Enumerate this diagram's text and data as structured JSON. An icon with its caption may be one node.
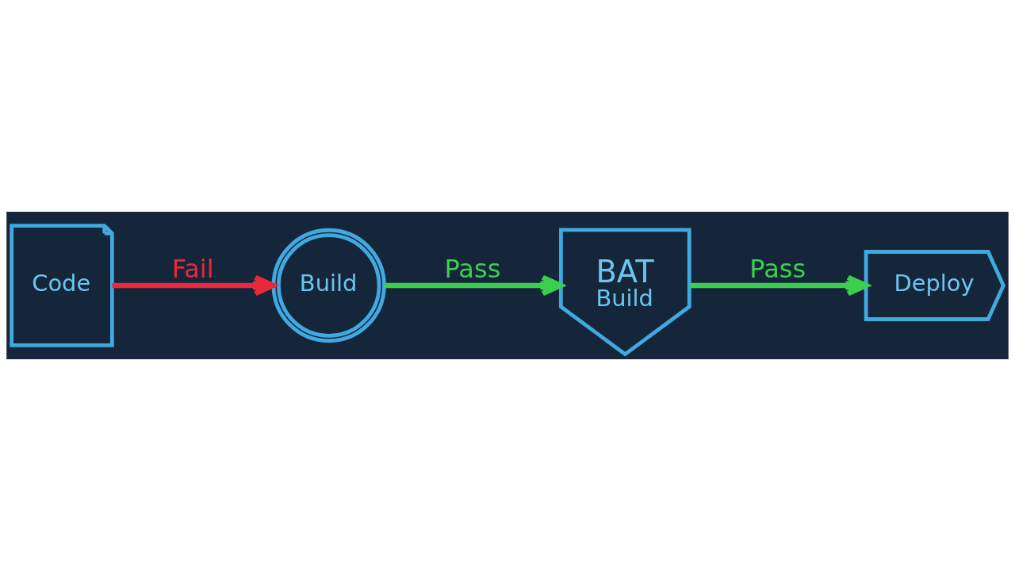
{
  "diagram": {
    "nodes": [
      {
        "text": [
          "Code"
        ]
      },
      {
        "text": [
          "Build"
        ]
      },
      {
        "text": [
          "BAT",
          "Build"
        ]
      },
      {
        "text": [
          "Deploy"
        ]
      }
    ],
    "edges": [
      {
        "from": 0,
        "to": 1,
        "arrow": "to",
        "label": "Fail",
        "color": "#e8283c"
      },
      {
        "from": 1,
        "to": 2,
        "arrow": "to",
        "label": "Pass"
      },
      {
        "from": 2,
        "to": 3,
        "arrow": "to",
        "label": "Pass"
      }
    ]
  }
}
